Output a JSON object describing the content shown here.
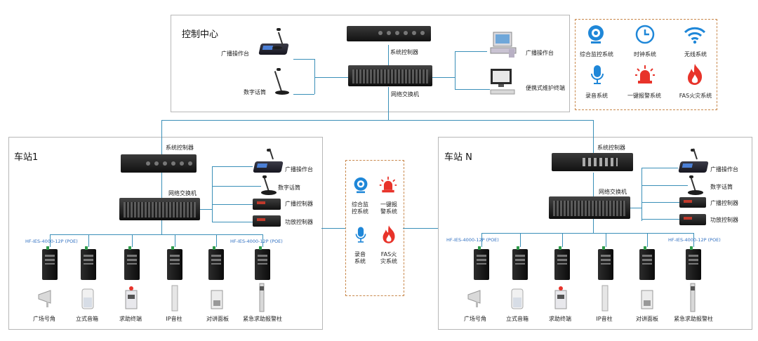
{
  "control_center": {
    "title": "控制中心",
    "broadcast_console": "广播操作台",
    "digital_mic": "数字话筒",
    "system_controller": "系统控制器",
    "network_switch": "网络交换机",
    "broadcast_console_pc": "广播操作台",
    "portable_terminal": "便携式维护终端"
  },
  "systems_panel": {
    "items": [
      {
        "label": "综合监控系统",
        "icon": "camera-icon"
      },
      {
        "label": "时钟系统",
        "icon": "clock-icon"
      },
      {
        "label": "无线系统",
        "icon": "wifi-icon"
      },
      {
        "label": "录音系统",
        "icon": "microphone-icon"
      },
      {
        "label": "一键报警系统",
        "icon": "alarm-light-icon"
      },
      {
        "label": "FAS火灾系统",
        "icon": "fire-icon"
      }
    ]
  },
  "middle_panel": {
    "items": [
      {
        "label_1": "综合监",
        "label_2": "控系统",
        "icon": "camera-icon"
      },
      {
        "label_1": "一键报",
        "label_2": "警系统",
        "icon": "alarm-light-icon"
      },
      {
        "label_1": "录音",
        "label_2": "系统",
        "icon": "microphone-icon"
      },
      {
        "label_1": "FAS火",
        "label_2": "灾系统",
        "icon": "fire-icon"
      }
    ]
  },
  "station1": {
    "title": "车站1",
    "system_controller": "系统控制器",
    "network_switch": "网络交换机",
    "broadcast_console": "广播操作台",
    "digital_mic": "数字话筒",
    "broadcast_controller": "广播控制器",
    "amp_controller": "功放控制器",
    "poe_left": "HF-IES-4000-12P (POE)",
    "poe_right": "HF-IES-4000-12P (POE)",
    "endpoints": [
      "广场号角",
      "立式音箱",
      "求助终端",
      "IP音柱",
      "对讲面板",
      "紧急求助报警柱"
    ]
  },
  "stationN": {
    "title": "车站 N",
    "system_controller": "系统控制器",
    "network_switch": "网络交换机",
    "broadcast_console": "广播操作台",
    "digital_mic": "数字话筒",
    "broadcast_controller": "广播控制器",
    "amp_controller": "功放控制器",
    "poe_left": "HF-IES-4000-12P (POE)",
    "poe_right": "HF-IES-4000-12P (POE)",
    "endpoints": [
      "广场号角",
      "立式音箱",
      "求助终端",
      "IP音柱",
      "对讲面板",
      "紧急求助报警柱"
    ]
  },
  "colors": {
    "line": "#3a8fb8",
    "icon_blue": "#1f87d8",
    "icon_red": "#e8332a",
    "dashed_border": "#c8874a"
  }
}
